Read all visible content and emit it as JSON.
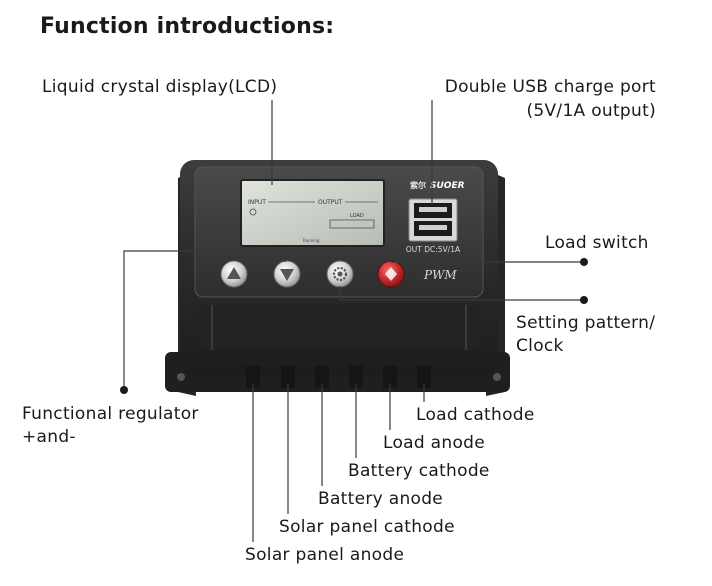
{
  "title": "Function introductions:",
  "labels": {
    "lcd": "Liquid crystal display(LCD)",
    "usb_line1": "Double USB charge port",
    "usb_line2": "(5V/1A output)",
    "load_switch": "Load switch",
    "setting_line1": "Setting pattern/",
    "setting_line2": "Clock",
    "regulator_line1": "Functional regulator",
    "regulator_line2": "+and-",
    "load_cathode": "Load cathode",
    "load_anode": "Load anode",
    "battery_cathode": "Battery cathode",
    "battery_anode": "Battery anode",
    "solar_cathode": "Solar panel cathode",
    "solar_anode": "Solar panel anode"
  },
  "device": {
    "brand": "SUOER",
    "brand_cn": "索尔",
    "usb_text": "OUT DC:5V/1A",
    "pwm": "PWM",
    "lcd_input": "INPUT",
    "lcd_output": "OUTPUT",
    "lcd_load": "LOAD",
    "lcd_bottom": "Running"
  },
  "colors": {
    "body": "#2b2b2b",
    "panel": "#3a3a3a",
    "lcd": "#c9cfc8",
    "power_button": "#c0282a",
    "leader": "#3a3a3a"
  }
}
